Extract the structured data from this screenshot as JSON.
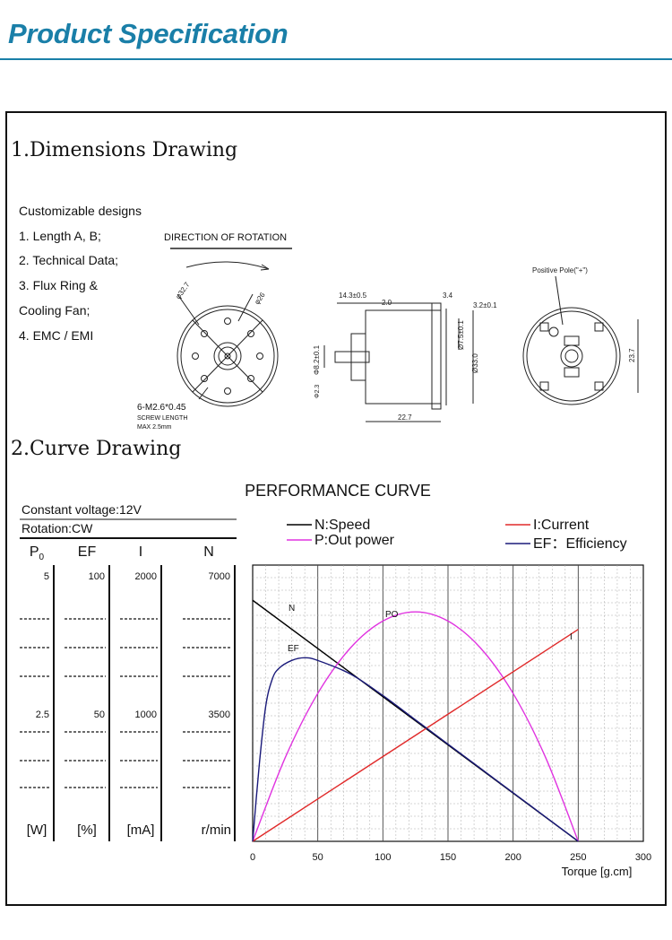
{
  "header": {
    "title": "Product Specification"
  },
  "section1": {
    "title": "1.Dimensions Drawing",
    "features": [
      "Customizable designs",
      "1. Length A, B;",
      "2. Technical Data;",
      "3. Flux Ring &",
      "Cooling Fan;",
      "4. EMC / EMI"
    ]
  },
  "drawing": {
    "rotation_label": "DIRECTION OF ROTATION",
    "front": {
      "dia1": "φ32.7",
      "dia2": "φ26",
      "screw1": "6-M2.6*0.45",
      "screw2": "SCREW LENGTH",
      "screw3": "MAX 2.5mm"
    },
    "side": {
      "d1": "14.3±0.5",
      "d2": "2.0",
      "d3": "3.4",
      "d4": "3.2±0.1",
      "d5": "Ø7.5±0.1",
      "d6": "Ø33.0",
      "d7": "Φ8.2±0.1",
      "d8": "Φ2.3",
      "d9": "22.7"
    },
    "rear": {
      "pole": "Positive Pole(\"+\")",
      "dim": "23.7"
    }
  },
  "section2": {
    "title": "2.Curve Drawing"
  },
  "chart_data": {
    "type": "line",
    "title": "PERFORMANCE CURVE",
    "conditions": [
      "Constant voltage:12V",
      "Rotation:CW"
    ],
    "xlabel": "Torque [g.cm]",
    "xlim": [
      0,
      300
    ],
    "xticks": [
      "0",
      "50",
      "100",
      "150",
      "200",
      "250",
      "300"
    ],
    "grid": true,
    "legend_position": "top",
    "axis_columns": [
      {
        "name": "P",
        "sub": "0",
        "unit": "[W]",
        "ticks": [
          "5",
          "2.5"
        ],
        "max": 5
      },
      {
        "name": "EF",
        "sub": "",
        "unit": "[%]",
        "ticks": [
          "100",
          "50"
        ],
        "max": 100
      },
      {
        "name": "I",
        "sub": "",
        "unit": "[mA]",
        "ticks": [
          "2000",
          "1000"
        ],
        "max": 2000
      },
      {
        "name": "N",
        "sub": "",
        "unit": "r/min",
        "ticks": [
          "7000",
          "3500"
        ],
        "max": 7000
      }
    ],
    "series": [
      {
        "name": "N:Speed",
        "label": "N",
        "color": "#000000",
        "axis": "N",
        "x": [
          0,
          250
        ],
        "y": [
          6250,
          0
        ]
      },
      {
        "name": "P:Out power",
        "label": "PO",
        "color": "#e033e0",
        "axis": "P",
        "x": [
          0,
          25,
          50,
          75,
          100,
          125,
          150,
          175,
          200,
          225,
          250
        ],
        "y": [
          0,
          1.55,
          2.74,
          3.58,
          4.08,
          4.25,
          4.08,
          3.58,
          2.74,
          1.55,
          0
        ]
      },
      {
        "name": "I:Current",
        "label": "I",
        "color": "#e02a2a",
        "axis": "I",
        "x": [
          0,
          250
        ],
        "y": [
          0,
          1570
        ]
      },
      {
        "name": "EF：Efficiency",
        "label": "EF",
        "color": "#1a1a7a",
        "axis": "EF",
        "x": [
          0,
          5,
          10,
          15,
          20,
          30,
          40,
          50,
          75,
          100,
          125,
          150,
          175,
          200,
          225,
          250
        ],
        "y": [
          0,
          28,
          50,
          60,
          64,
          67,
          68,
          67,
          62,
          54,
          45,
          36,
          27,
          18,
          9,
          0
        ]
      }
    ]
  }
}
